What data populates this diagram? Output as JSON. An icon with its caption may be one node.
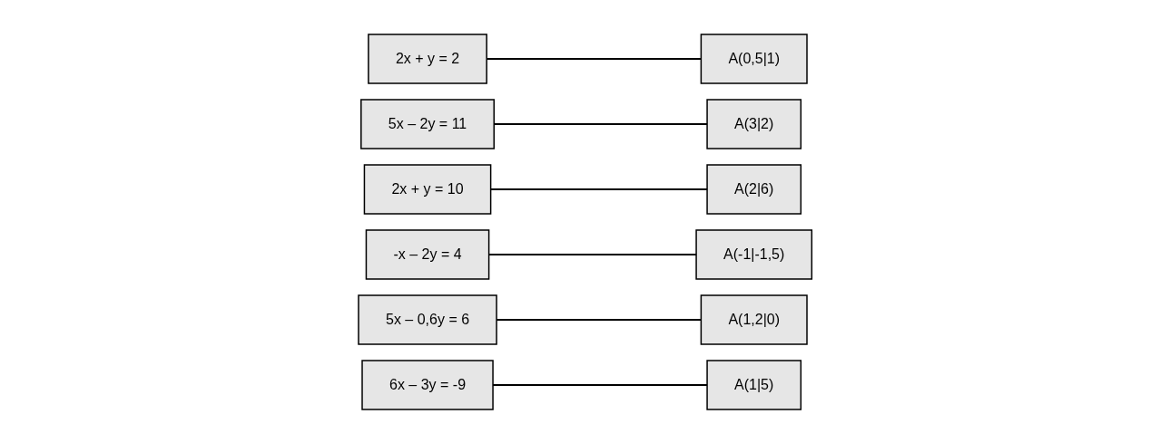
{
  "diagram": {
    "nodes": [
      {
        "text": [
          "2x + y = 2"
        ]
      },
      {
        "text": [
          "5x – 2y = 11"
        ]
      },
      {
        "text": [
          "2x + y = 10"
        ]
      },
      {
        "text": [
          "-x – 2y = 4"
        ]
      },
      {
        "text": [
          "5x – 0,6y = 6"
        ]
      },
      {
        "text": [
          "6x – 3y = -9"
        ]
      },
      {
        "text": [
          "A(2|6)"
        ]
      },
      {
        "text": [
          "A(1,2|0)"
        ]
      },
      {
        "text": [
          "A(1|5)"
        ]
      },
      {
        "text": [
          "A(0,5|1)"
        ]
      },
      {
        "text": [
          "A(3|2)"
        ]
      },
      {
        "text": [
          "A(-1|-1,5)"
        ]
      }
    ],
    "edges": [
      {
        "from": 0,
        "to": 9,
        "arrow": "none"
      },
      {
        "from": 1,
        "to": 10,
        "arrow": "none"
      },
      {
        "from": 2,
        "to": 6,
        "arrow": "none"
      },
      {
        "from": 3,
        "to": 11,
        "arrow": "none"
      },
      {
        "from": 4,
        "to": 7,
        "arrow": "none"
      },
      {
        "from": 5,
        "to": 8,
        "arrow": "none"
      }
    ]
  }
}
